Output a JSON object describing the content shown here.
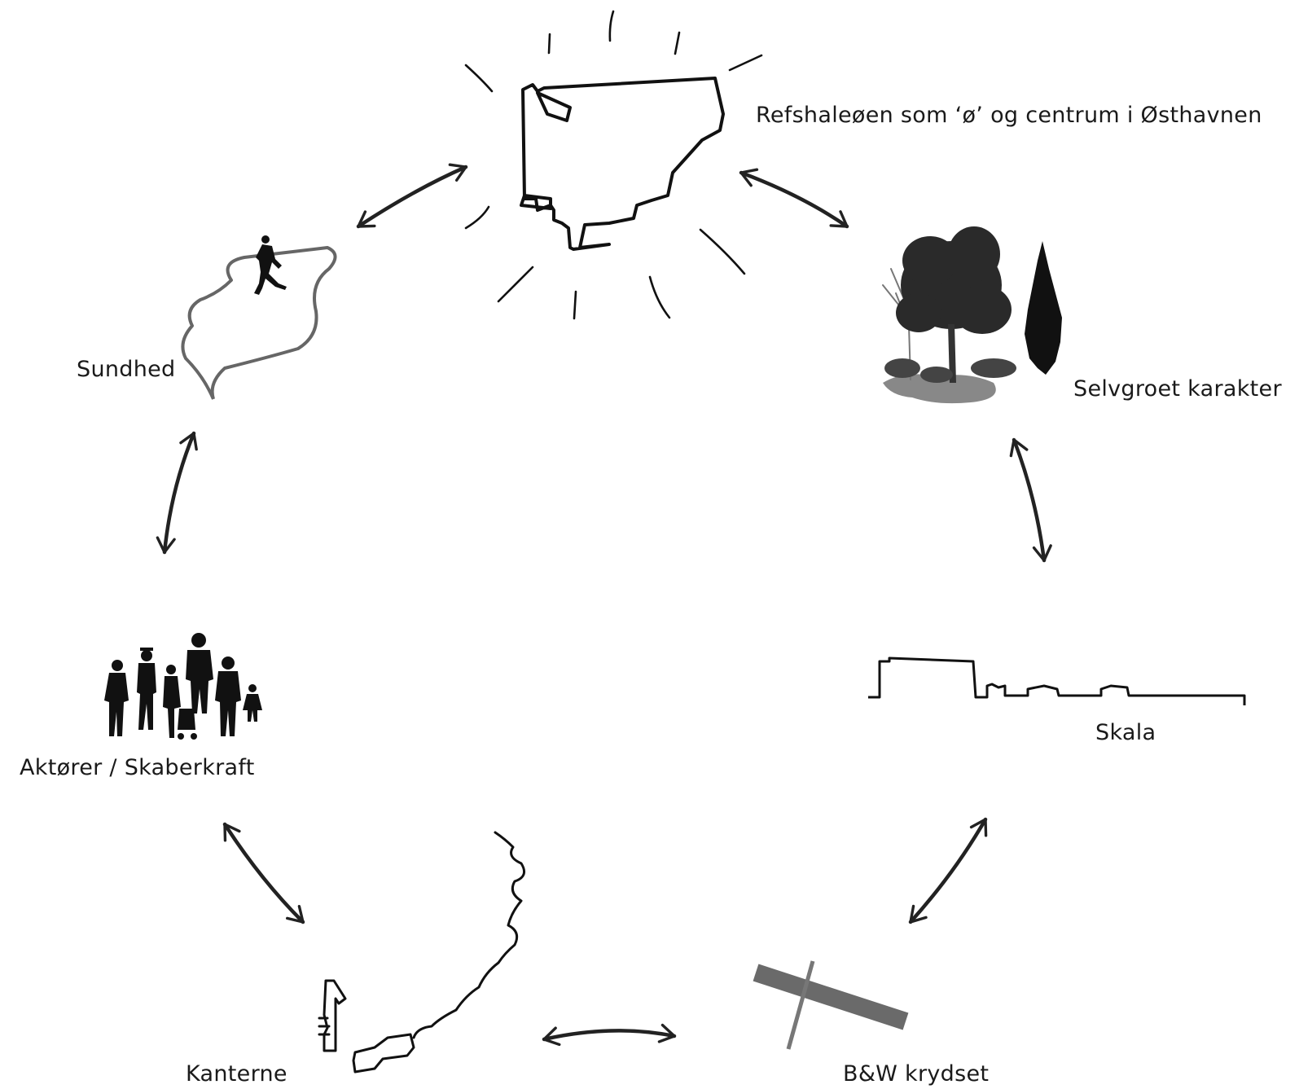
{
  "nodes": {
    "refshaleoen": {
      "label": "Refshaleøen som ‘ø’ og centrum i Østhavnen",
      "icon": "island-outline-sun-icon"
    },
    "selvgroet": {
      "label": "Selvgroet karakter",
      "icon": "trees-silhouette-icon"
    },
    "skala": {
      "label": "Skala",
      "icon": "skyline-icon"
    },
    "bw_krydset": {
      "label": "B&W krydset",
      "icon": "crossing-bars-icon"
    },
    "kanterne": {
      "label": "Kanterne",
      "icon": "coastline-icon"
    },
    "aktorer": {
      "label": "Aktører / Skaberkraft",
      "icon": "people-silhouette-icon"
    },
    "sundhed": {
      "label": "Sundhed",
      "icon": "runner-path-icon"
    }
  },
  "connections": [
    [
      "refshaleoen",
      "selvgroet"
    ],
    [
      "selvgroet",
      "skala"
    ],
    [
      "skala",
      "bw_krydset"
    ],
    [
      "bw_krydset",
      "kanterne"
    ],
    [
      "kanterne",
      "aktorer"
    ],
    [
      "aktorer",
      "sundhed"
    ],
    [
      "sundhed",
      "refshaleoen"
    ]
  ],
  "colors": {
    "ink": "#111111",
    "path_gray": "#666666",
    "bar_gray": "#6a6a6a"
  }
}
